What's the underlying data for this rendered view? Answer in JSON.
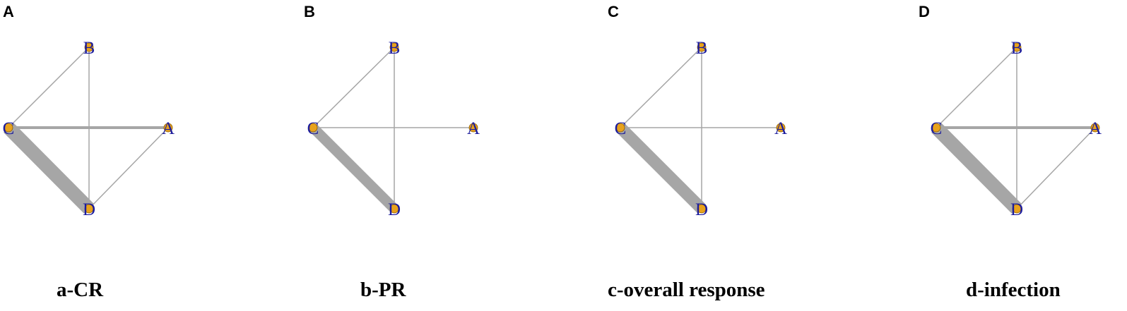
{
  "colors": {
    "edge": "#a6a6a6",
    "node_fill": "#e8a21c",
    "node_label": "#1c1c9c",
    "text": "#000000"
  },
  "panels": [
    {
      "letter": "A",
      "caption": "a-CR",
      "nodes": [
        "A",
        "B",
        "C",
        "D"
      ],
      "edges": [
        {
          "from": "B",
          "to": "C",
          "weight": 1
        },
        {
          "from": "B",
          "to": "D",
          "weight": 1
        },
        {
          "from": "C",
          "to": "A",
          "weight": 2
        },
        {
          "from": "C",
          "to": "D",
          "weight": 8
        },
        {
          "from": "A",
          "to": "D",
          "weight": 1
        }
      ]
    },
    {
      "letter": "B",
      "caption": "b-PR",
      "nodes": [
        "A",
        "B",
        "C",
        "D"
      ],
      "edges": [
        {
          "from": "B",
          "to": "C",
          "weight": 1
        },
        {
          "from": "B",
          "to": "D",
          "weight": 1
        },
        {
          "from": "C",
          "to": "A",
          "weight": 1
        },
        {
          "from": "C",
          "to": "D",
          "weight": 6
        }
      ]
    },
    {
      "letter": "C",
      "caption": "c-overall response",
      "nodes": [
        "A",
        "B",
        "C",
        "D"
      ],
      "edges": [
        {
          "from": "B",
          "to": "C",
          "weight": 1
        },
        {
          "from": "B",
          "to": "D",
          "weight": 1
        },
        {
          "from": "C",
          "to": "A",
          "weight": 1
        },
        {
          "from": "C",
          "to": "D",
          "weight": 7
        }
      ]
    },
    {
      "letter": "D",
      "caption": "d-infection",
      "nodes": [
        "A",
        "B",
        "C",
        "D"
      ],
      "edges": [
        {
          "from": "B",
          "to": "C",
          "weight": 1
        },
        {
          "from": "B",
          "to": "D",
          "weight": 1
        },
        {
          "from": "C",
          "to": "A",
          "weight": 2
        },
        {
          "from": "C",
          "to": "D",
          "weight": 8
        },
        {
          "from": "A",
          "to": "D",
          "weight": 1
        }
      ]
    }
  ]
}
